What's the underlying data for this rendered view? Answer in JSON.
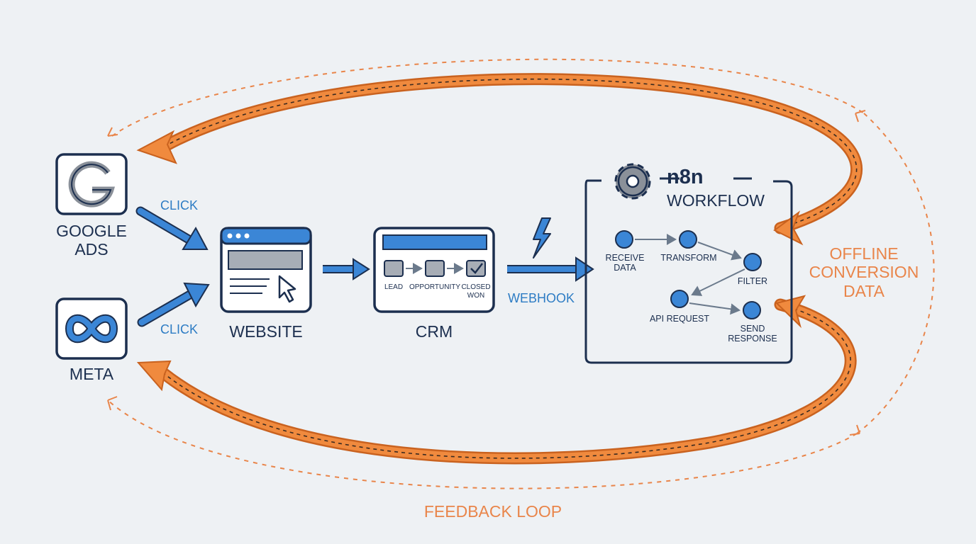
{
  "sources": {
    "google": {
      "line1": "GOOGLE",
      "line2": "ADS",
      "icon": "google-g-icon",
      "color": "#2d7cc4"
    },
    "meta": {
      "label": "META",
      "icon": "meta-infinity-icon",
      "color": "#2d7cc4"
    }
  },
  "edges": {
    "click_top": "CLICK",
    "click_bottom": "CLICK",
    "webhook": "WEBHOOK"
  },
  "website": {
    "label": "WEBSITE",
    "icon": "browser-window-icon"
  },
  "crm": {
    "label": "CRM",
    "stages": [
      {
        "label": "LEAD",
        "checked": false
      },
      {
        "label": "OPPORTUNITY",
        "checked": false
      },
      {
        "line1": "CLOSED",
        "line2": "WON",
        "checked": true
      }
    ]
  },
  "n8n": {
    "title": "n8n",
    "subtitle": "WORKFLOW",
    "icon": "gear-icon",
    "nodes": {
      "receive": {
        "line1": "RECEIVE",
        "line2": "DATA"
      },
      "transform": {
        "label": "TRANSFORM"
      },
      "filter": {
        "label": "FILTER"
      },
      "api": {
        "label": "API REQUEST"
      },
      "send": {
        "line1": "SEND",
        "line2": "RESPONSE"
      }
    }
  },
  "offline": {
    "line1": "OFFLINE",
    "line2": "CONVERSION",
    "line3": "DATA"
  },
  "feedback": {
    "label": "FEEDBACK LOOP"
  },
  "colors": {
    "navy": "#1c2f4f",
    "blue": "#2d7cc4",
    "orange": "#f08a3e",
    "background": "#eef1f4"
  }
}
